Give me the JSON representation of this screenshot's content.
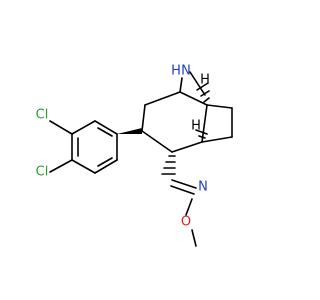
{
  "molecule": {
    "atoms": {
      "cl_top": {
        "label": "Cl",
        "color": "#2ca02c"
      },
      "cl_bottom": {
        "label": "Cl",
        "color": "#2ca02c"
      },
      "n_bridge": {
        "label": "N",
        "color": "#1f3fbf"
      },
      "h_bridge": {
        "label": "H",
        "color": "#1f3fbf"
      },
      "n_oxime": {
        "label": "N",
        "color": "#1f3fbf"
      },
      "o_oxime": {
        "label": "O",
        "color": "#e02020"
      }
    },
    "stereo_h_labels": [
      "H",
      "H"
    ]
  }
}
